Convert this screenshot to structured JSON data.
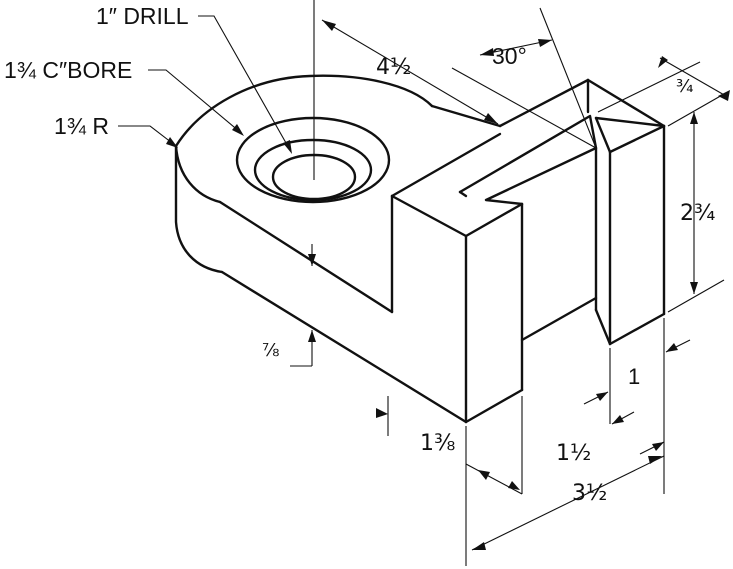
{
  "labels": {
    "drill": "1″ DRILL",
    "cbore": "1¾ C″BORE",
    "radius": "1¾ R",
    "angle": "30°",
    "overall_length": "4½",
    "slot_top_width": "¾",
    "height": "2¾",
    "base_thickness": "⅞",
    "slot_width": "1",
    "slot_offset": "1½",
    "upright_width": "1⅜",
    "overall_width": "3½"
  },
  "colors": {
    "line": "#111111",
    "background": "#ffffff"
  }
}
